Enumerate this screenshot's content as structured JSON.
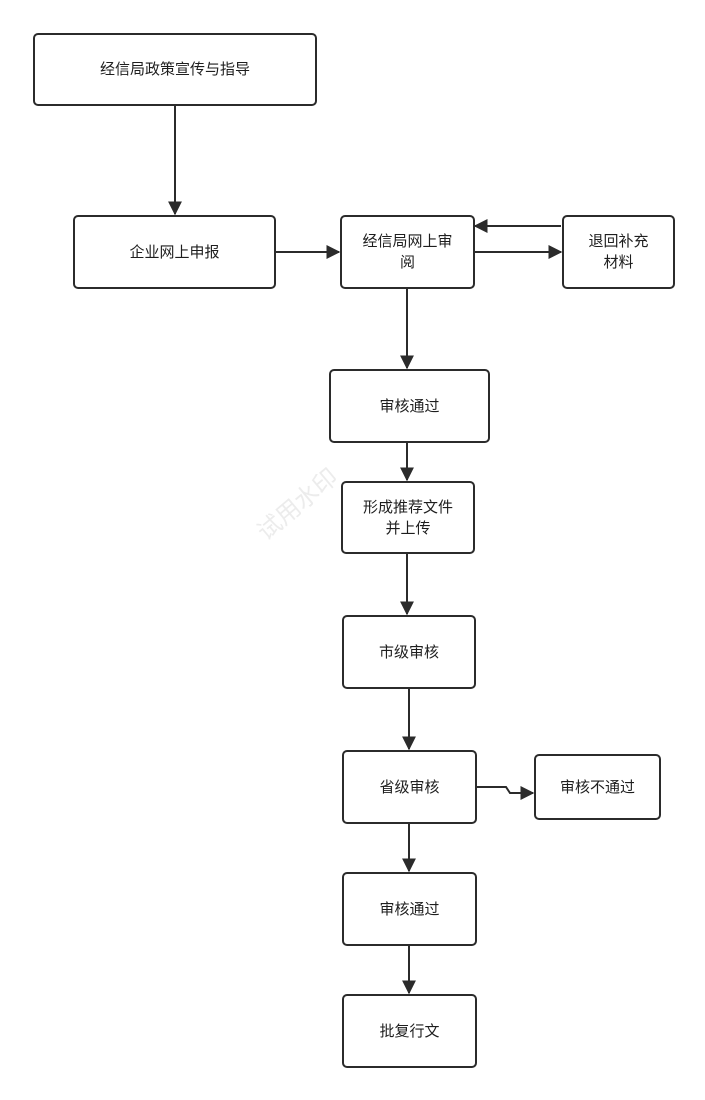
{
  "nodes": {
    "policy": "经信局政策宣传与指导",
    "apply": "企业网上申报",
    "review": "经信局网上审\n阅",
    "return": "退回补充\n材料",
    "pass1": "审核通过",
    "recommend": "形成推荐文件\n并上传",
    "city": "市级审核",
    "province": "省级审核",
    "fail": "审核不通过",
    "pass2": "审核通过",
    "approve": "批复行文"
  },
  "watermark": "试用水印",
  "colors": {
    "stroke": "#2b2b2b",
    "text": "#1e1e1e",
    "watermark": "#ececec"
  }
}
